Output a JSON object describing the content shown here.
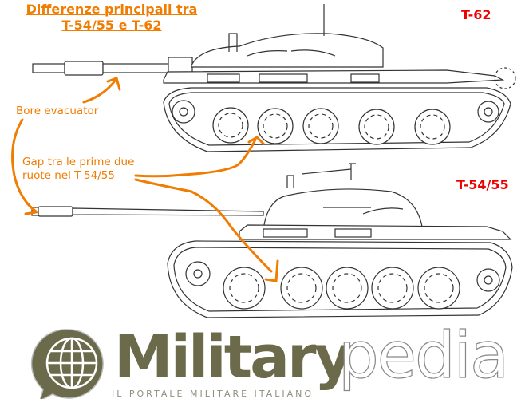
{
  "title": {
    "line1": "Differenze principali tra",
    "line2": "T-54/55 e T-62"
  },
  "tanks": [
    {
      "label": "T-62",
      "position": "top"
    },
    {
      "label": "T-54/55",
      "position": "bottom"
    }
  ],
  "annotations": [
    {
      "id": "bore-evacuator",
      "text": "Bore evacuator"
    },
    {
      "id": "wheel-gap",
      "line1": "Gap tra le prime due",
      "line2": "ruote nel T-54/55"
    }
  ],
  "logo": {
    "main": "Military",
    "sub": "pedia",
    "tagline": "IL PORTALE MILITARE ITALIANO",
    "icon": "globe-speech-bubble-icon"
  },
  "colors": {
    "annotation": "#f07c00",
    "tank_label": "#ee0000",
    "logo_primary": "#6b6b4b",
    "line_art": "#333333"
  }
}
